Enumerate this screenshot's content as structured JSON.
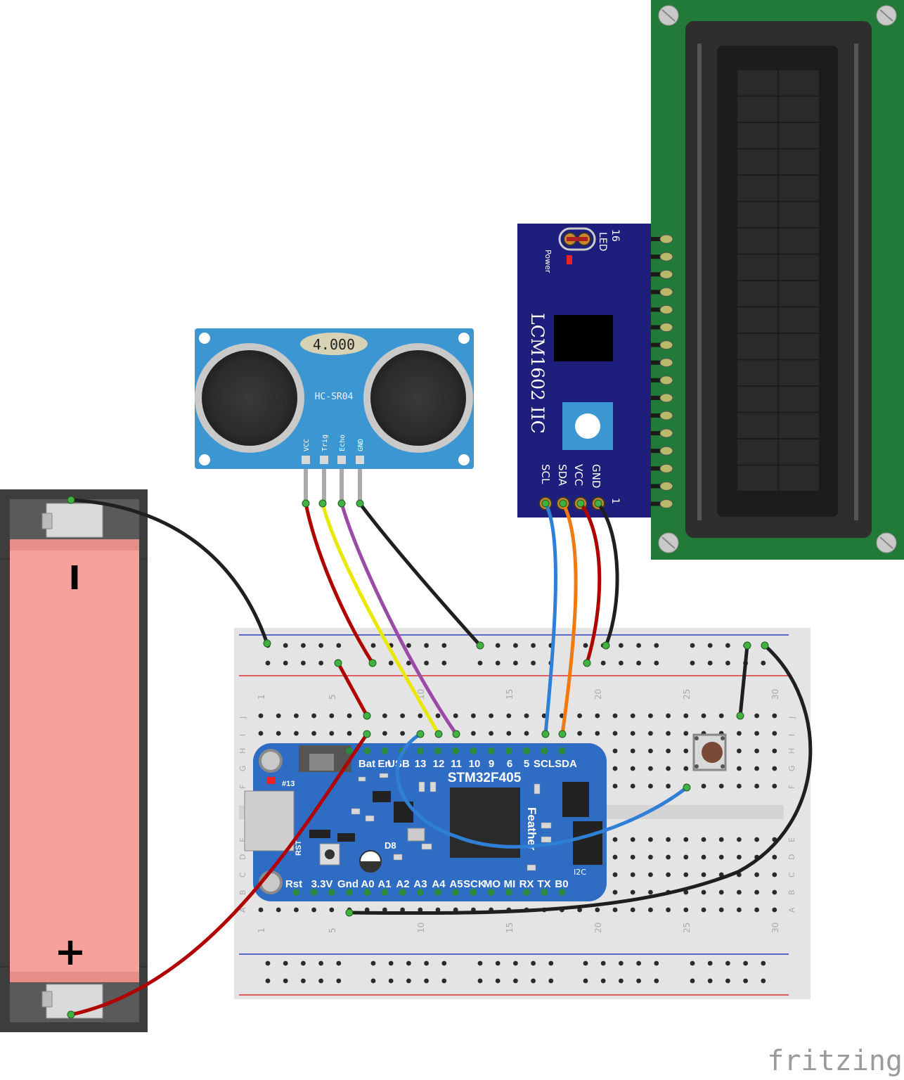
{
  "battery": {
    "minus": "I",
    "plus": "+"
  },
  "ultrasonic": {
    "display": "4.000",
    "model": "HC-SR04",
    "pins": [
      "VCC",
      "Trig",
      "Echo",
      "GND"
    ]
  },
  "lcd_backpack": {
    "title": "LCM1602 IIC",
    "led_label": "LED",
    "led_pin_num": "16",
    "power_label": "Power",
    "pins": [
      "GND",
      "VCC",
      "SDA",
      "SCL"
    ],
    "pin1_num": "1"
  },
  "breadboard": {
    "col_nums": [
      "1",
      "5",
      "10",
      "15",
      "20",
      "25",
      "30"
    ],
    "row_letters_top": [
      "J",
      "I",
      "H",
      "G",
      "F"
    ],
    "row_letters_bottom": [
      "E",
      "D",
      "C",
      "B",
      "A"
    ]
  },
  "feather": {
    "name": "STM32F405",
    "brand": "Feather",
    "top_pins": [
      "Bat",
      "En",
      "USB",
      "13",
      "12",
      "11",
      "10",
      "9",
      "6",
      "5",
      "SCL",
      "SDA"
    ],
    "bottom_pins": [
      "Rst",
      "3.3V",
      "Gnd",
      "A0",
      "A1",
      "A2",
      "A3",
      "A4",
      "A5",
      "SCK",
      "MO",
      "MI",
      "RX",
      "TX",
      "B0"
    ],
    "led_label": "#13",
    "rst_label": "RST",
    "d8_label": "D8",
    "i2c_label": "I2C"
  },
  "watermark": "fritzing"
}
